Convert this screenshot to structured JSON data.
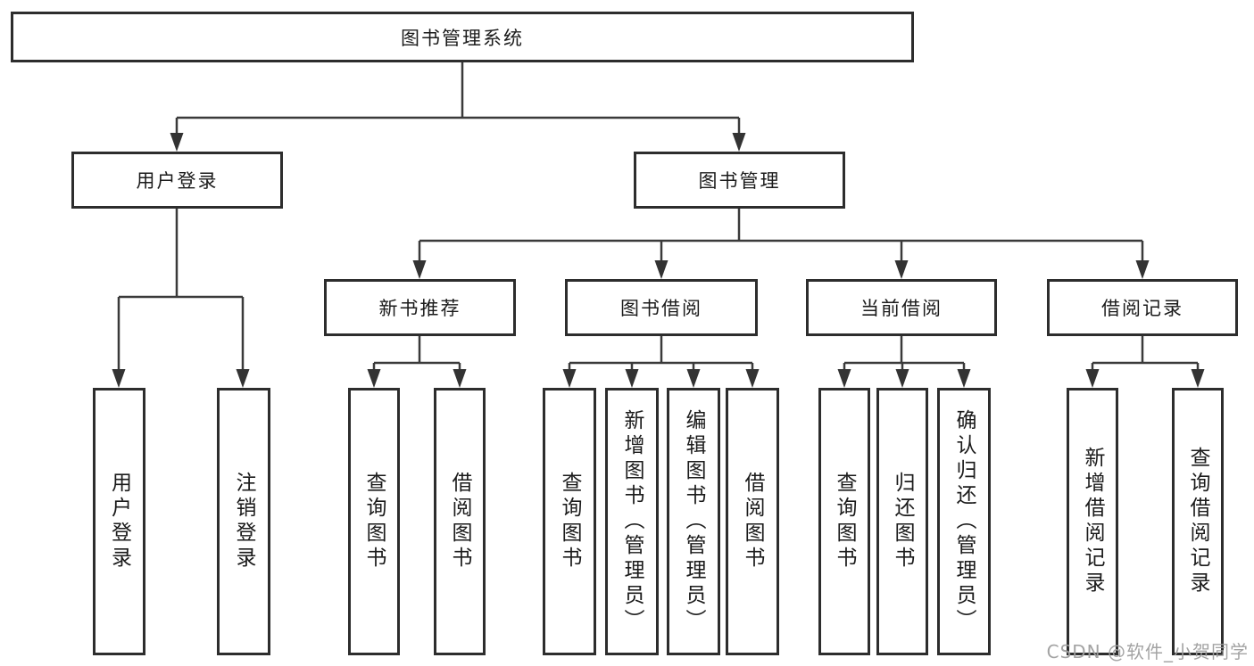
{
  "diagram": {
    "title": "图书管理系统",
    "tree": {
      "root": "图书管理系统",
      "children": [
        {
          "label": "用户登录",
          "children": [
            "用户登录",
            "注销登录"
          ]
        },
        {
          "label": "图书管理",
          "children": [
            {
              "label": "新书推荐",
              "children": [
                "查询图书",
                "借阅图书"
              ]
            },
            {
              "label": "图书借阅",
              "children": [
                "查询图书",
                "新增图书（管理员）",
                "编辑图书（管理员）",
                "借阅图书"
              ]
            },
            {
              "label": "当前借阅",
              "children": [
                "查询图书",
                "归还图书",
                "确认归还（管理员）"
              ]
            },
            {
              "label": "借阅记录",
              "children": [
                "新增借阅记录",
                "查询借阅记录"
              ]
            }
          ]
        }
      ]
    },
    "colors": {
      "box_border": "#2d2d2d",
      "connector": "#3a3a3a",
      "text": "#1b1b1b",
      "background": "#ffffff",
      "watermark": "#9e9e9e"
    },
    "watermark": "CSDN @软件_小贺同学"
  }
}
